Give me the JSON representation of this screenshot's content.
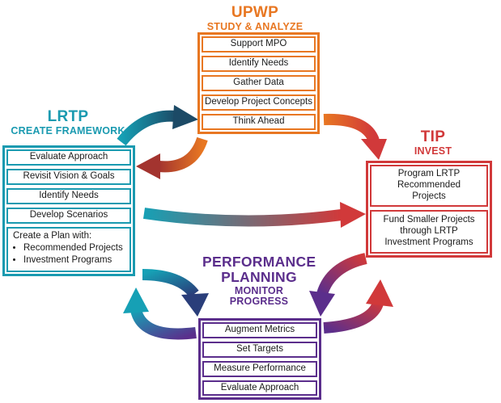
{
  "colors": {
    "upwp": "#e87722",
    "lrtp": "#1a9ab0",
    "tip": "#d1393a",
    "performance": "#5b2e8c",
    "arrow_teal": "#16a0b5",
    "arrow_navy": "#1c4a66",
    "arrow_orange": "#e87722",
    "arrow_red": "#d1393a",
    "arrow_purple": "#5b2e8c"
  },
  "upwp": {
    "title": "UPWP",
    "subtitle": "STUDY & ANALYZE",
    "items": [
      "Support MPO",
      "Identify Needs",
      "Gather Data",
      "Develop Project Concepts",
      "Think Ahead"
    ]
  },
  "lrtp": {
    "title": "LRTP",
    "subtitle": "CREATE FRAMEWORK",
    "items": [
      "Evaluate Approach",
      "Revisit Vision & Goals",
      "Identify Needs",
      "Develop Scenarios"
    ],
    "plan": {
      "heading": "Create a Plan with:",
      "bullets": [
        "Recommended Projects",
        "Investment Programs"
      ]
    }
  },
  "tip": {
    "title": "TIP",
    "subtitle": "INVEST",
    "items": [
      "Program LRTP Recommended Projects",
      "Fund Smaller Projects through LRTP Investment Programs"
    ]
  },
  "performance": {
    "title_line1": "PERFORMANCE",
    "title_line2": "PLANNING",
    "subtitle_line1": "MONITOR",
    "subtitle_line2": "PROGRESS",
    "items": [
      "Augment Metrics",
      "Set Targets",
      "Measure Performance",
      "Evaluate Approach"
    ]
  }
}
